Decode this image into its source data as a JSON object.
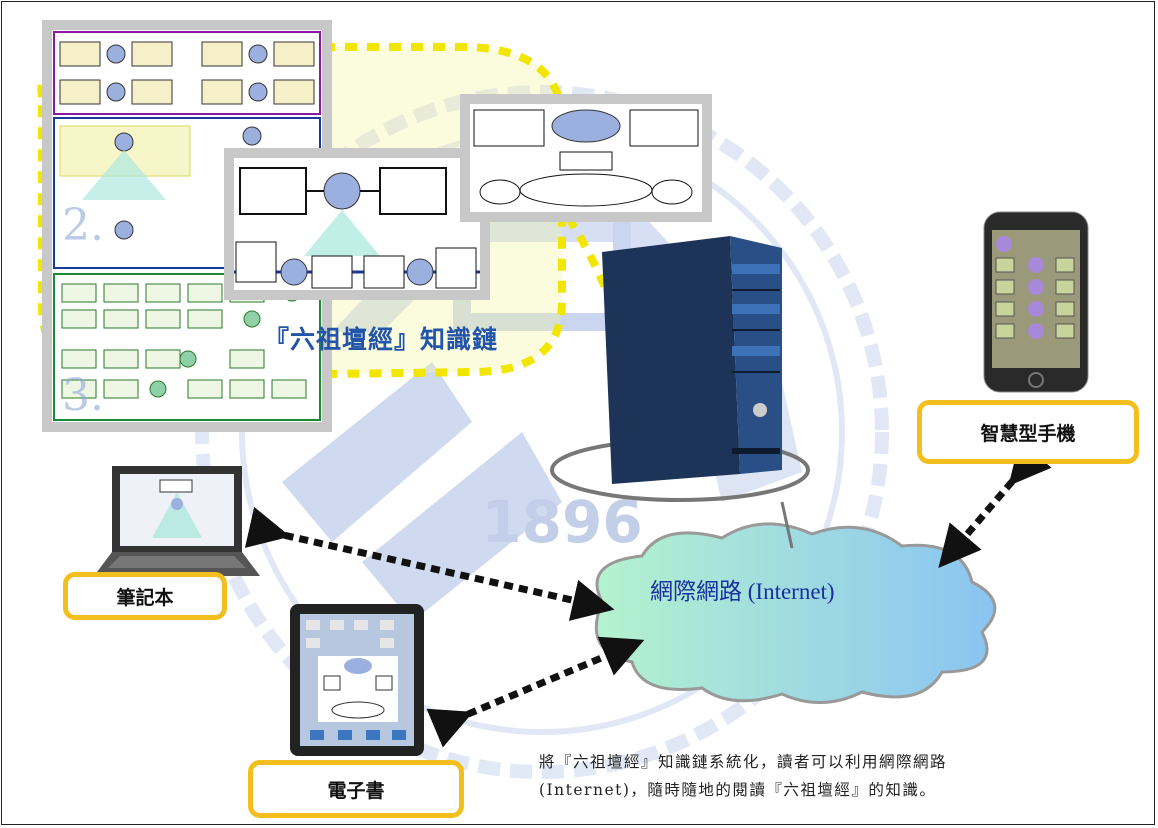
{
  "colors": {
    "label_border": "#f2bf1f",
    "dash_yellow": "#f2e600",
    "arrow": "#111111",
    "cloud_fill": "#a8d8f2",
    "server_blue": "#2a4e86",
    "watermark": "#8fa8d8"
  },
  "diagram": {
    "chain_title": "『六祖壇經』知識鏈",
    "internet_label": "網際網路 (Internet)",
    "devices": {
      "notebook": "筆記本",
      "ebook": "電子書",
      "smartphone": "智慧型手機"
    },
    "watermark_year": "1896",
    "caption_line1": "將『六祖壇經』知識鏈系統化，讀者可以利用網際網路",
    "caption_line2": "(Internet)，隨時隨地的閱讀『六祖壇經』的知識。"
  },
  "icons": [
    "server-icon",
    "laptop-icon",
    "tablet-icon",
    "smartphone-icon",
    "cloud-icon",
    "double-arrow-icon"
  ]
}
